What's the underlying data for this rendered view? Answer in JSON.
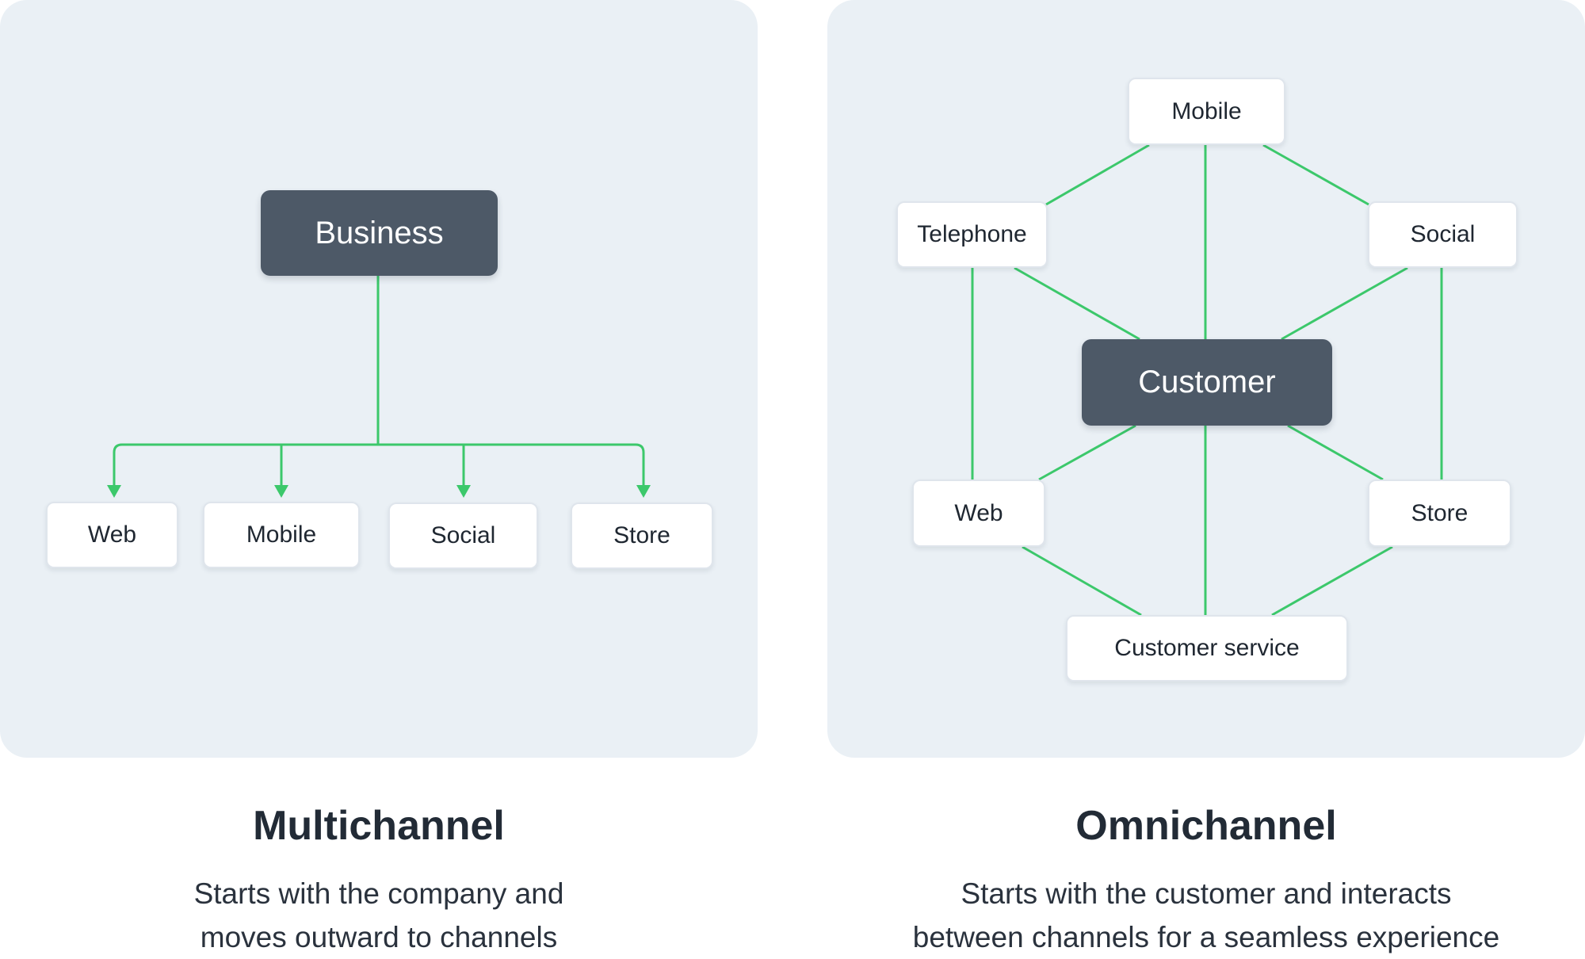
{
  "multichannel": {
    "hub_label": "Business",
    "channels": [
      "Web",
      "Mobile",
      "Social",
      "Store"
    ],
    "title": "Multichannel",
    "description_lines": [
      "Starts with the company and",
      "moves outward to channels"
    ]
  },
  "omnichannel": {
    "hub_label": "Customer",
    "channels": {
      "mobile": "Mobile",
      "telephone": "Telephone",
      "social": "Social",
      "web": "Web",
      "store": "Store",
      "customer_service": "Customer service"
    },
    "title": "Omnichannel",
    "description_lines": [
      "Starts with the customer and interacts",
      "between channels for a seamless experience"
    ]
  },
  "colors": {
    "panel_background": "#eaf0f5",
    "hub_background": "#4d5967",
    "connector": "#3cc86b",
    "node_background": "#ffffff"
  }
}
